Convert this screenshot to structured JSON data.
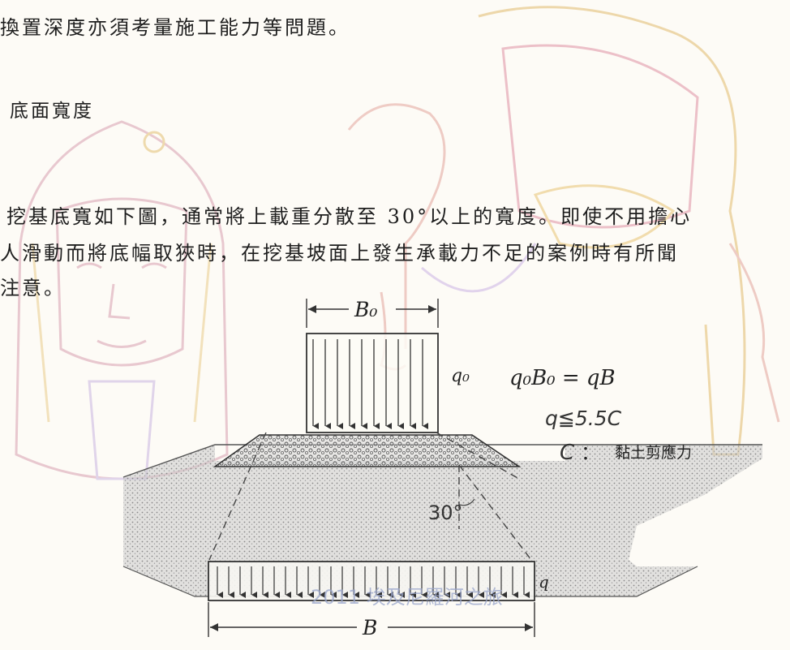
{
  "paragraphs": {
    "line1": "換置深度亦須考量施工能力等問題。",
    "heading": "底面寬度",
    "line3": "挖基底寬如下圖，通常將上載重分散至 30°以上的寬度。即使不用擔心",
    "line4": "人滑動而將底幅取狹時，在挖基坡面上發生承載力不足的案例時有所聞",
    "line5": "注意。"
  },
  "figure": {
    "label_top_width": "B₀",
    "label_top_load": "q₀",
    "eq1": "q₀B₀ = qB",
    "eq2": "q≦5.5C",
    "eq3_symbol": "C",
    "eq3_colon": "：",
    "eq3_text": "黏土剪應力",
    "label_angle": "30°",
    "label_bottom_load": "q",
    "label_bottom_width": "B"
  },
  "watermark": {
    "caption": "2011 埃及尼羅河之旅"
  },
  "colors": {
    "watermark_tint": "#e2a6b8",
    "watermark_gold": "#e6cf9a",
    "watermark_text": "#9aa6cc"
  }
}
